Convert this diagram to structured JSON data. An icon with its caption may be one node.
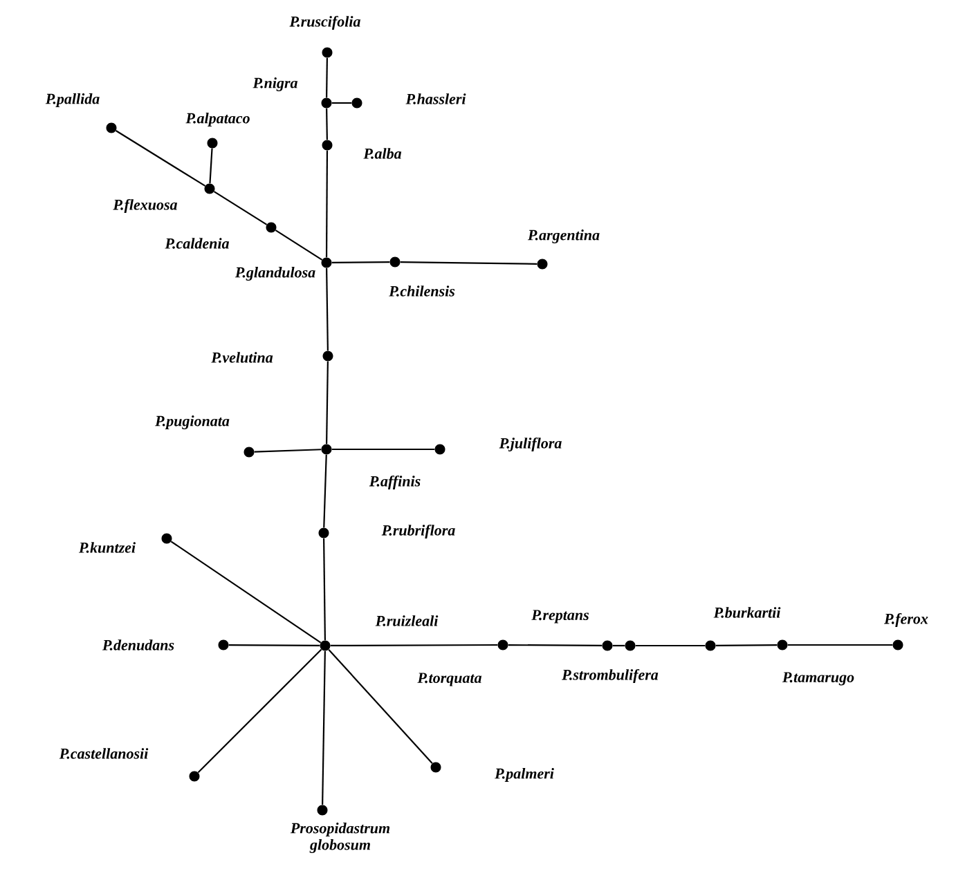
{
  "diagram": {
    "nodes": [
      {
        "text": [
          "P.ruscifolia"
        ]
      },
      {
        "text": [
          "P.nigra"
        ]
      },
      {
        "text": [
          "P.hassleri"
        ]
      },
      {
        "text": [
          "P.alba"
        ]
      },
      {
        "text": [
          "P.pallida"
        ]
      },
      {
        "text": [
          "P.alpataco"
        ]
      },
      {
        "text": [
          "P.flexuosa"
        ]
      },
      {
        "text": [
          "P.caldenia"
        ]
      },
      {
        "text": [
          "P.glandulosa"
        ]
      },
      {
        "text": [
          "P.argentina"
        ]
      },
      {
        "text": [
          "P.chilensis"
        ]
      },
      {
        "text": [
          "P.velutina"
        ]
      },
      {
        "text": [
          "P.pugionata"
        ]
      },
      {
        "text": [
          "P.juliflora"
        ]
      },
      {
        "text": [
          "P.affinis"
        ]
      },
      {
        "text": [
          "P.rubriflora"
        ]
      },
      {
        "text": [
          "P.kuntzei"
        ]
      },
      {
        "text": [
          "P.ruizleali"
        ]
      },
      {
        "text": [
          "P.reptans"
        ]
      },
      {
        "text": [
          "P.burkartii"
        ]
      },
      {
        "text": [
          "P.ferox"
        ]
      },
      {
        "text": [
          "P.denudans"
        ]
      },
      {
        "text": [
          "P.torquata"
        ]
      },
      {
        "text": [
          "P.strombulifera"
        ]
      },
      {
        "text": [
          "P.tamarugo"
        ]
      },
      {
        "text": [
          "P.castellanosii"
        ]
      },
      {
        "text": [
          "P.palmeri"
        ]
      },
      {
        "text": [
          "Prosopidastrum globosum"
        ]
      }
    ],
    "edges": [
      {
        "from": 0,
        "to": 1,
        "arrow": "none"
      },
      {
        "from": 1,
        "to": 2,
        "arrow": "none"
      },
      {
        "from": 1,
        "to": 3,
        "arrow": "none"
      },
      {
        "from": 3,
        "to": 8,
        "arrow": "none"
      },
      {
        "from": 4,
        "to": 6,
        "arrow": "none"
      },
      {
        "from": 5,
        "to": 6,
        "arrow": "none"
      },
      {
        "from": 6,
        "to": 7,
        "arrow": "none"
      },
      {
        "from": 7,
        "to": 8,
        "arrow": "none"
      },
      {
        "from": 8,
        "to": 10,
        "arrow": "none"
      },
      {
        "from": 10,
        "to": 9,
        "arrow": "none"
      },
      {
        "from": 8,
        "to": 11,
        "arrow": "none"
      },
      {
        "from": 11,
        "to": 14,
        "arrow": "none"
      },
      {
        "from": 12,
        "to": 14,
        "arrow": "none"
      },
      {
        "from": 14,
        "to": 13,
        "arrow": "none"
      },
      {
        "from": 14,
        "to": 15,
        "arrow": "none"
      },
      {
        "from": 15,
        "to": 17,
        "arrow": "none"
      },
      {
        "from": 16,
        "to": 17,
        "arrow": "none"
      },
      {
        "from": 21,
        "to": 17,
        "arrow": "none"
      },
      {
        "from": 17,
        "to": 22,
        "arrow": "none"
      },
      {
        "from": 22,
        "to": 18,
        "arrow": "none"
      },
      {
        "from": 18,
        "to": 23,
        "arrow": "none"
      },
      {
        "from": 23,
        "to": 19,
        "arrow": "none"
      },
      {
        "from": 19,
        "to": 24,
        "arrow": "none"
      },
      {
        "from": 24,
        "to": 20,
        "arrow": "none"
      },
      {
        "from": 17,
        "to": 25,
        "arrow": "none"
      },
      {
        "from": 17,
        "to": 26,
        "arrow": "none"
      },
      {
        "from": 17,
        "to": 27,
        "arrow": "none"
      }
    ]
  }
}
